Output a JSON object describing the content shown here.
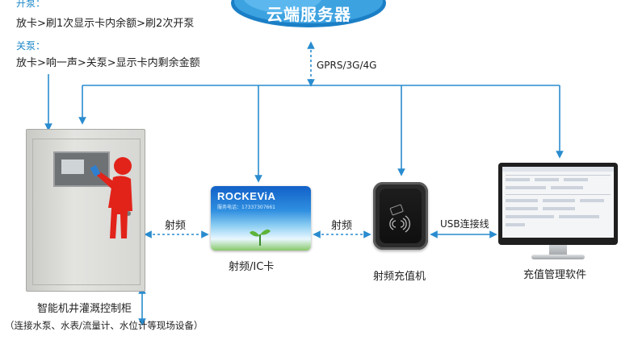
{
  "cloud": {
    "label": "云端服务器"
  },
  "network_label": "GPRS/3G/4G",
  "pump_open": {
    "title": "开泵：",
    "steps": "放卡>刷1次显示卡内余额>刷2次开泵"
  },
  "pump_close": {
    "title": "关泵：",
    "steps": "放卡>响一声>关泵>显示卡内剩余金额"
  },
  "links": {
    "rf_1": "射频",
    "rf_2": "射频",
    "usb": "USB连接线"
  },
  "devices": {
    "cabinet": {
      "name": "智能机井灌溉控制柜",
      "note": "（连接水泵、水表/流量计、水位计等现场设备）"
    },
    "card": {
      "name": "射频/IC卡",
      "brand": "ROCKEViA",
      "phone": "服务电话：17337307661"
    },
    "reader": {
      "name": "射频充值机"
    },
    "software": {
      "name": "充值管理软件"
    }
  },
  "colors": {
    "accent": "#1a86c8",
    "cloud": "#3da2e0",
    "connector": "#2a8ccf"
  }
}
